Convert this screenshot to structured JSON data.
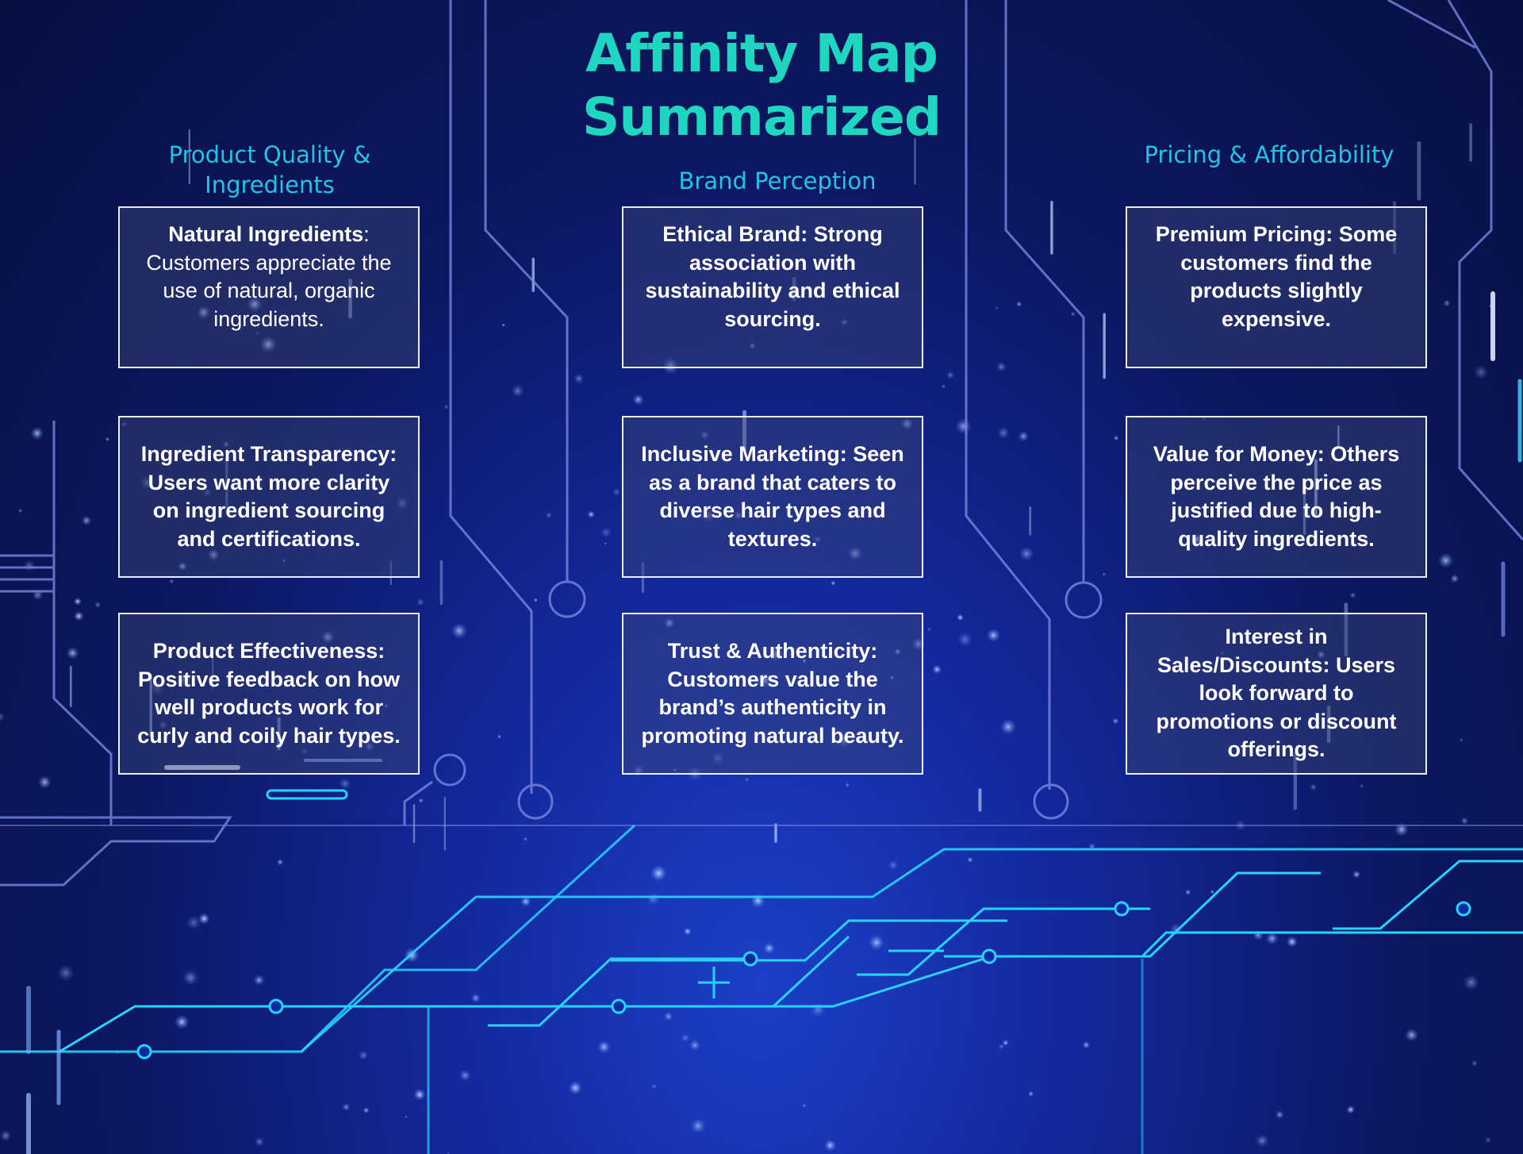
{
  "title": {
    "line1": "Affinity Map",
    "line2": "Summarized"
  },
  "columns": [
    {
      "header": "Product Quality & Ingredients",
      "cards": [
        {
          "lead": "Natural Ingredients",
          "body": ": Customers appreciate the use of natural, organic ingredients."
        },
        {
          "lead": "Ingredient Transparency: Users want more clarity on ingredient sourcing and certifications.",
          "body": ""
        },
        {
          "lead": "Product Effectiveness: Positive feedback on how well products work for curly and coily hair types.",
          "body": ""
        }
      ]
    },
    {
      "header": "Brand Perception",
      "cards": [
        {
          "lead": "Ethical Brand: Strong association with sustainability and ethical sourcing.",
          "body": ""
        },
        {
          "lead": "Inclusive Marketing: Seen as a brand that caters to diverse hair types and textures.",
          "body": ""
        },
        {
          "lead": "Trust & Authenticity: Customers value the brand’s authenticity in promoting natural beauty.",
          "body": ""
        }
      ]
    },
    {
      "header": "Pricing & Affordability",
      "cards": [
        {
          "lead": "Premium Pricing: Some customers find the products slightly expensive.",
          "body": ""
        },
        {
          "lead": "Value for Money: Others perceive the price as justified due to high-quality ingredients.",
          "body": ""
        },
        {
          "lead": "Interest in Sales/Discounts: Users look forward to promotions or discount offerings.",
          "body": ""
        }
      ]
    }
  ],
  "colors": {
    "title": "#1fd6c1",
    "header": "#22c4e6",
    "card_border": "#eaeef8",
    "circuit_light": "#28d4ff",
    "circuit_dim": "#7a86e0"
  }
}
